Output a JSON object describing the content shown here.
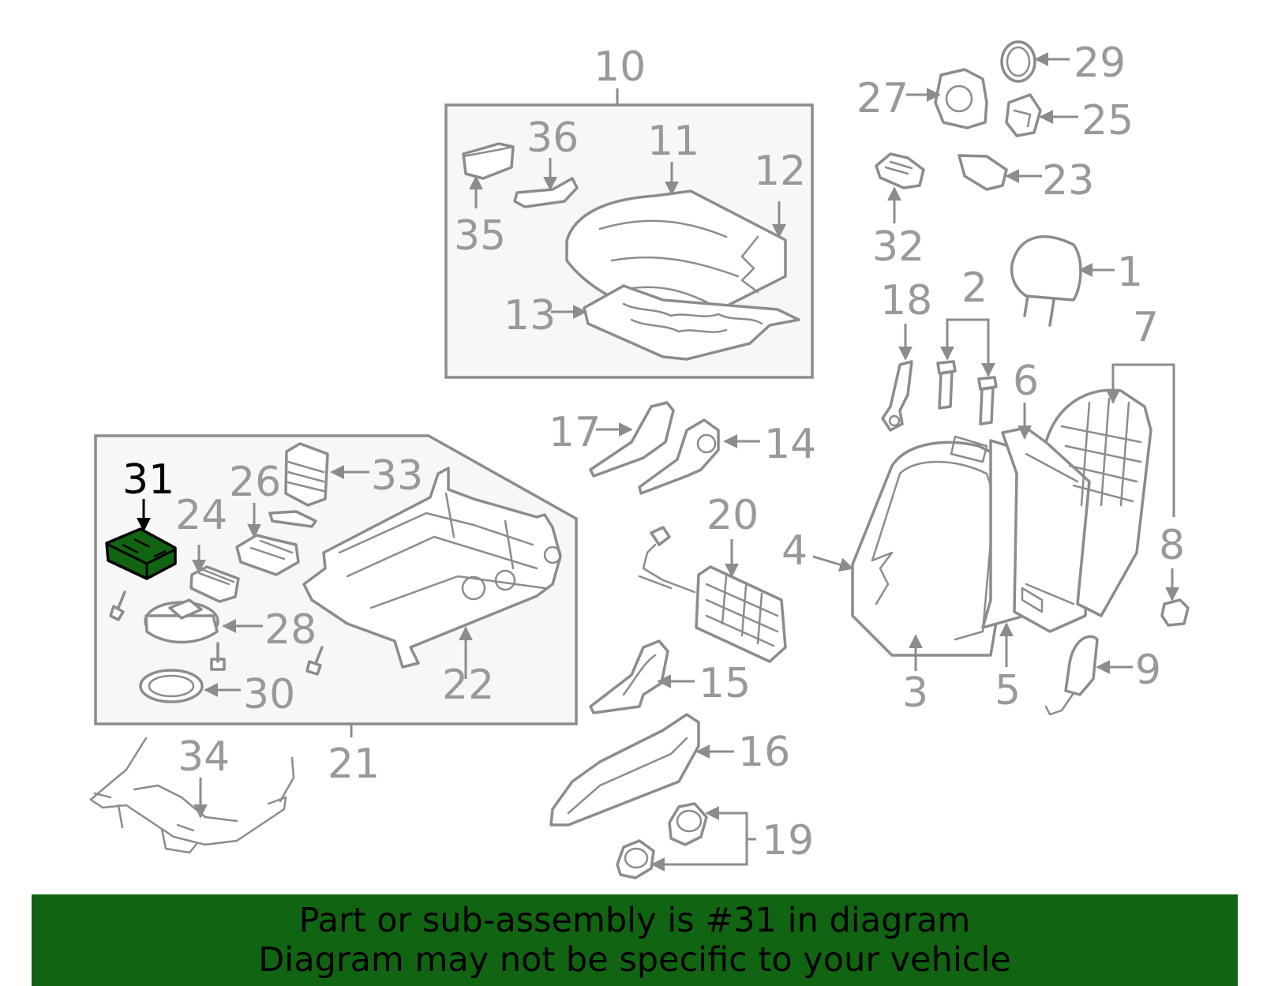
{
  "diagram": {
    "highlight_part": "31",
    "colors": {
      "highlight_fill": "#116411",
      "part_stroke": "#8c8c8c",
      "label": "#999999",
      "banner": "#116411"
    },
    "callouts": [
      "1",
      "2",
      "3",
      "4",
      "5",
      "6",
      "7",
      "8",
      "9",
      "10",
      "11",
      "12",
      "13",
      "14",
      "15",
      "16",
      "17",
      "18",
      "19",
      "20",
      "21",
      "22",
      "23",
      "24",
      "25",
      "26",
      "27",
      "28",
      "29",
      "30",
      "31",
      "32",
      "33",
      "34",
      "35",
      "36"
    ]
  },
  "banner": {
    "line1": "Part or sub-assembly is #31 in diagram",
    "line2": "Diagram may not be specific to your vehicle"
  }
}
